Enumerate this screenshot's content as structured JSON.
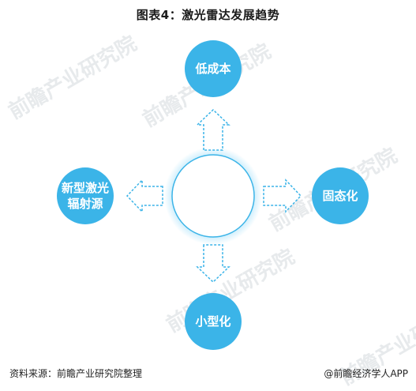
{
  "title": "图表4：激光雷达发展趋势",
  "diagram": {
    "nodes": [
      {
        "id": "top",
        "label": "低成本"
      },
      {
        "id": "right",
        "label": "固态化"
      },
      {
        "id": "bottom",
        "label": "小型化"
      },
      {
        "id": "left",
        "label": "新型激光\n辐射源"
      }
    ],
    "edges": [
      {
        "from": "center",
        "to": "top"
      },
      {
        "from": "center",
        "to": "right"
      },
      {
        "from": "center",
        "to": "bottom"
      },
      {
        "from": "center",
        "to": "left"
      }
    ]
  },
  "colors": {
    "node_fill": "#3bb4e8",
    "center_stroke": "#3bb4e8",
    "center_glow": "#bfe9fb",
    "arrow_stroke": "#3bb4e8"
  },
  "watermark": {
    "text": "前瞻产业研究院"
  },
  "footer": {
    "source": "资料来源：前瞻产业研究院整理",
    "brand": "@前瞻经济学人APP"
  }
}
